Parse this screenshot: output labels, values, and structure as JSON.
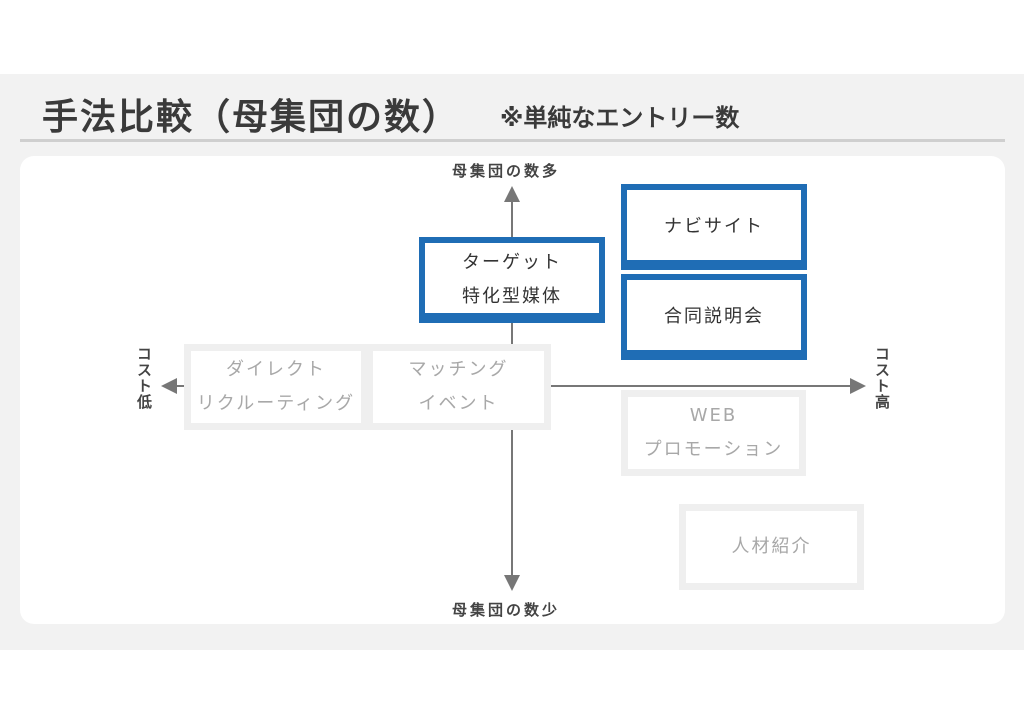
{
  "header": {
    "title": "手法比較（母集団の数）",
    "subtitle": "※単純なエントリー数"
  },
  "axes": {
    "top": "母集団の数多",
    "bottom": "母集団の数少",
    "left": "コスト低",
    "right": "コスト高"
  },
  "boxes": {
    "target": {
      "line1": "ターゲット",
      "line2": "特化型媒体"
    },
    "navi": {
      "line1": "ナビサイト"
    },
    "seminar": {
      "line1": "合同説明会"
    },
    "direct": {
      "line1": "ダイレクト",
      "line2": "リクルーティング"
    },
    "matching": {
      "line1": "マッチング",
      "line2": "イベント"
    },
    "web": {
      "line1": "WEB",
      "line2": "プロモーション"
    },
    "agency": {
      "line1": "人材紹介"
    }
  },
  "colors": {
    "highlight": "#1f6db5",
    "muted_border": "#efefef",
    "axis": "#777777",
    "background": "#f2f2f2"
  }
}
